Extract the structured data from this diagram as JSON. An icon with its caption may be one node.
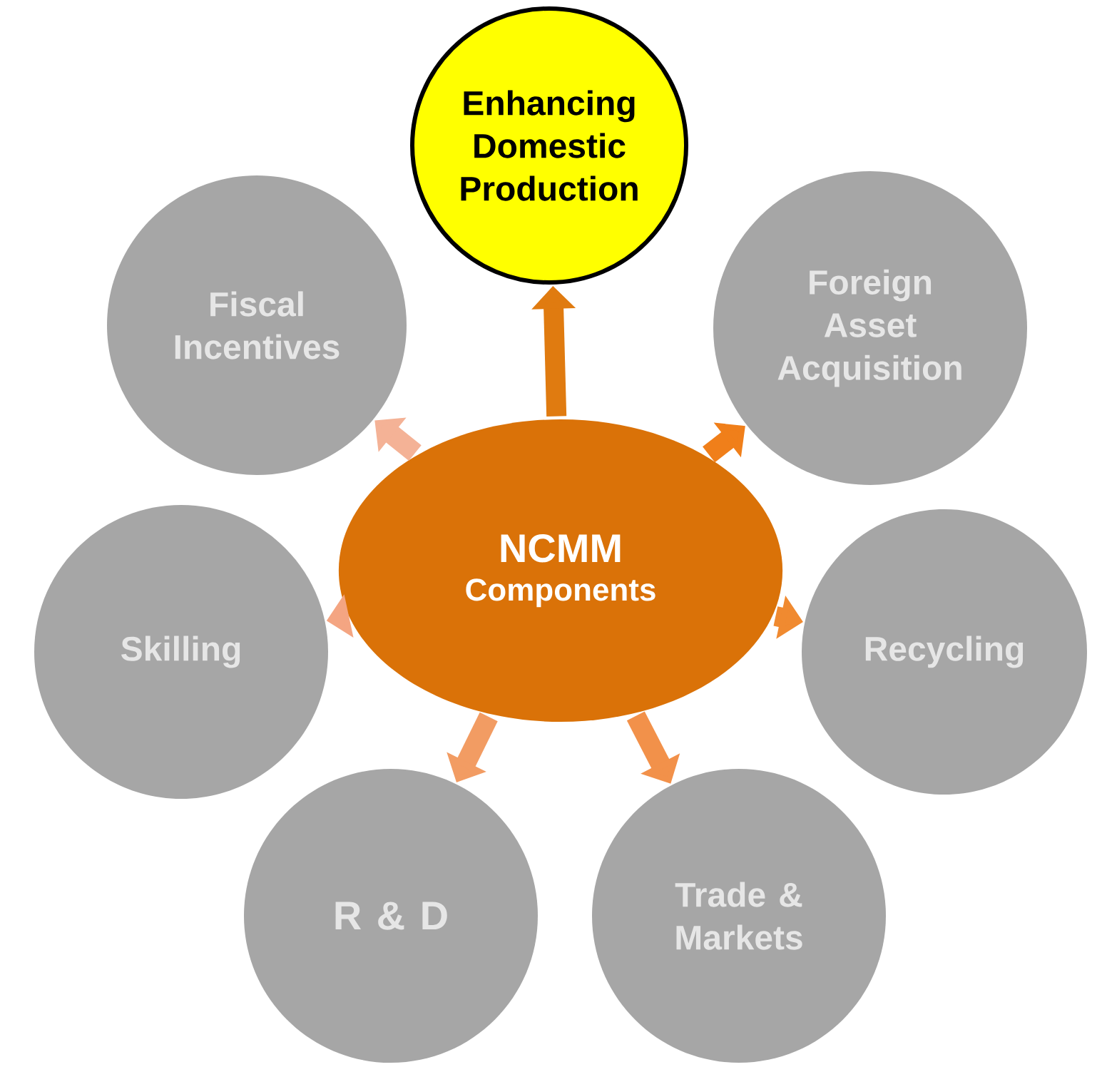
{
  "diagram": {
    "nodes": [
      {
        "text": [
          "NCMM",
          "Components"
        ]
      },
      {
        "text": [
          "Enhancing Domestic Production"
        ]
      },
      {
        "text": [
          "Foreign Asset Acquisition"
        ]
      },
      {
        "text": [
          "Recycling"
        ]
      },
      {
        "text": [
          "Trade & Markets"
        ]
      },
      {
        "text": [
          "R & D"
        ]
      },
      {
        "text": [
          "Skilling"
        ]
      },
      {
        "text": [
          "Fiscal Incentives"
        ]
      }
    ],
    "edges": [
      {
        "from": 0,
        "to": 1,
        "arrow": "to",
        "color": "#e07b10"
      },
      {
        "from": 0,
        "to": 2,
        "arrow": "to",
        "color": "#f07f1a"
      },
      {
        "from": 0,
        "to": 3,
        "arrow": "to",
        "color": "#f08a30"
      },
      {
        "from": 0,
        "to": 4,
        "arrow": "to",
        "color": "#f2914a"
      },
      {
        "from": 0,
        "to": 5,
        "arrow": "to",
        "color": "#f29c63"
      },
      {
        "from": 0,
        "to": 6,
        "arrow": "to",
        "color": "#f4a582"
      },
      {
        "from": 0,
        "to": 7,
        "arrow": "to",
        "color": "#f4b296"
      }
    ]
  }
}
